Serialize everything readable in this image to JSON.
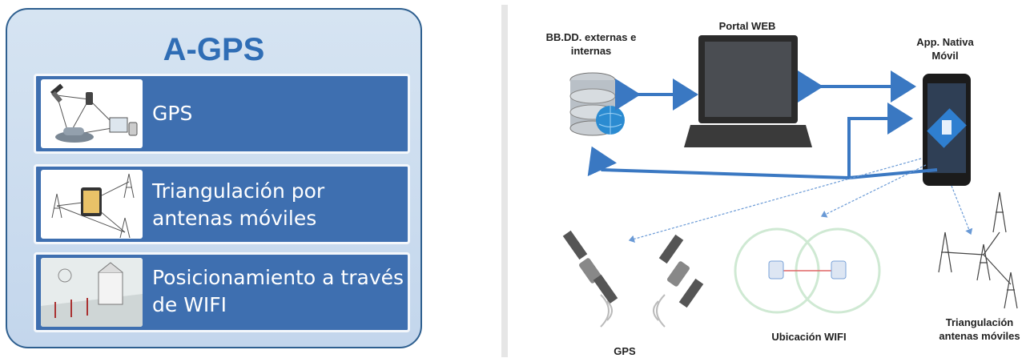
{
  "agps_panel": {
    "title": "A-GPS",
    "items": [
      {
        "label": "GPS",
        "icon": "satellite-car-devices-icon"
      },
      {
        "label": "Triangulación por antenas móviles",
        "icon": "tablet-antennas-icon"
      },
      {
        "label": "Posicionamiento a través de WIFI",
        "icon": "wifi-building-icon"
      }
    ]
  },
  "diagram": {
    "labels": {
      "databases": "BB.DD. externas e internas",
      "portal": "Portal WEB",
      "app": "App. Nativa Móvil",
      "gps": "GPS",
      "wifi": "Ubicación WIFI",
      "triangulation": "Triangulación antenas móviles"
    },
    "colors": {
      "arrow": "#3a78c2",
      "panel_blue": "#3e6fb0",
      "title_blue": "#2f6db5",
      "wifi_circle": "#cfe9d3",
      "wifi_link": "#e06666"
    }
  }
}
